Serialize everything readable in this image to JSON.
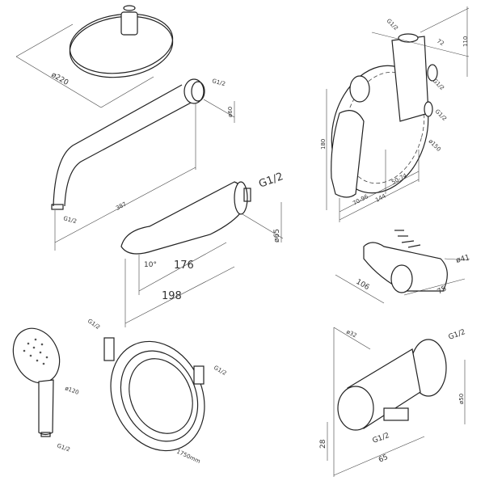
{
  "shower_head": {
    "diameter": "ø220"
  },
  "shower_arm": {
    "thread": "G1/2",
    "flange": "ø60",
    "length": "387",
    "outlet_thread": "G1/2"
  },
  "spout": {
    "thread": "G1/2",
    "flange": "ø65",
    "angle": "10°",
    "length_inner": "176",
    "length_total": "198"
  },
  "mixer": {
    "top_thread": "G1/2",
    "depth": "72",
    "height": "110",
    "side_thread_1": "G1/2",
    "side_thread_2": "G1/2",
    "plate": "ø150",
    "left_height": "180",
    "adjust_1": "50-74",
    "width": "144",
    "adjust_2": "70-96"
  },
  "holder": {
    "length": "106",
    "width": "75",
    "diameter": "ø41"
  },
  "hand_shower": {
    "diameter": "ø120",
    "thread": "G1/2"
  },
  "hose": {
    "thread_a": "G1/2",
    "thread_b": "G1/2",
    "length": "1750mm"
  },
  "wall_outlet": {
    "diameter": "ø32",
    "thread_top": "G1/2",
    "flange": "ø50",
    "height": "28",
    "thread_bottom": "G1/2",
    "depth": "65"
  }
}
